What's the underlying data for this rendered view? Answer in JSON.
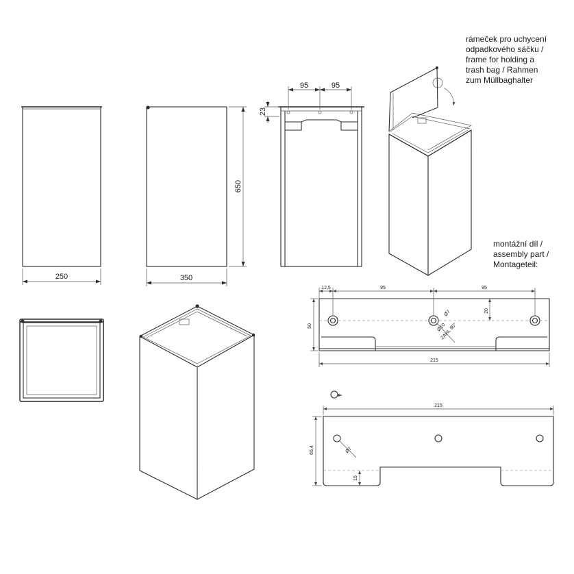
{
  "dimensions": {
    "front_width": "250",
    "side_width": "350",
    "height": "650",
    "frame_height": "23",
    "hole_spacing_left": "95",
    "hole_spacing_right": "95"
  },
  "frame_note": [
    "rámeček pro uchycení",
    "odpadkového sáčku /",
    "frame for holding a",
    "trash bag / Rahmen",
    "zum Müllbaghalter"
  ],
  "assembly_note": [
    "montážní díl /",
    "assembly part /",
    "Montageteil:"
  ],
  "assembly_top": {
    "edge_offset": "12,5",
    "spacing_left": "95",
    "spacing_right": "95",
    "height": "50",
    "hole_offset": "20",
    "overall_width": "215",
    "small_hole": "Ø7",
    "countersink": "Ø10",
    "countersink_angle": "ZAHL 90°"
  },
  "assembly_bottom": {
    "overall_width": "215",
    "height": "65,4",
    "slot_height": "15",
    "hole": "Ø7"
  }
}
